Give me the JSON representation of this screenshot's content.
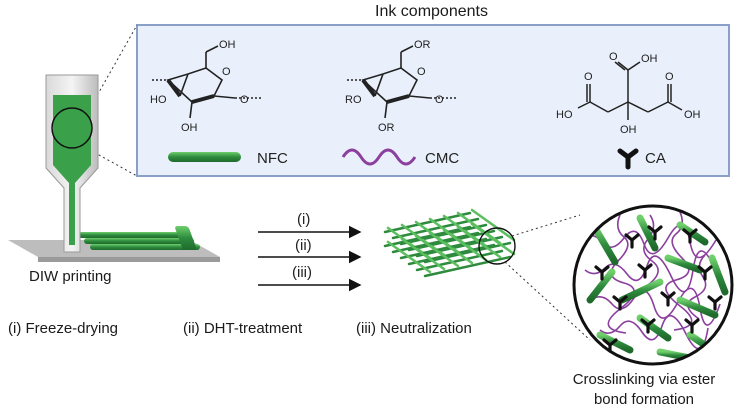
{
  "panel": {
    "title": "Ink components",
    "components": [
      {
        "key": "NFC",
        "icon": "green-rod-icon"
      },
      {
        "key": "CMC",
        "icon": "purple-wave-icon"
      },
      {
        "key": "CA",
        "icon": "y-shape-icon"
      }
    ],
    "chem_labels": {
      "nfc_oh_top": "OH",
      "nfc_ho": "HO",
      "nfc_o_ring": "O",
      "nfc_o_link": "O",
      "nfc_oh_bottom": "OH",
      "cmc_or_top": "OR",
      "cmc_ro": "RO",
      "cmc_o_ring": "O",
      "cmc_o_link": "O",
      "cmc_or_bottom": "OR",
      "ca_ho_left": "HO",
      "ca_oh_right": "OH",
      "ca_oh_top": "OH",
      "ca_oh_center": "OH",
      "ca_o_left": "O",
      "ca_o_top": "O",
      "ca_o_right": "O"
    }
  },
  "steps": {
    "printing": "DIW printing",
    "arrow_labels": [
      "(i)",
      "(ii)",
      "(iii)"
    ],
    "step1": "(i) Freeze-drying",
    "step2": "(ii) DHT-treatment",
    "step3": "(iii) Neutralization"
  },
  "crosslink": {
    "caption_line1": "Crosslinking via ester",
    "caption_line2": "bond formation"
  },
  "colors": {
    "green": "#2e8b3e",
    "green_light": "#5cbf5f",
    "purple": "#8b3f9e",
    "panel_bg": "#eaf0fb",
    "panel_border": "#8aa0c8",
    "gray": "#bdbdbd"
  }
}
